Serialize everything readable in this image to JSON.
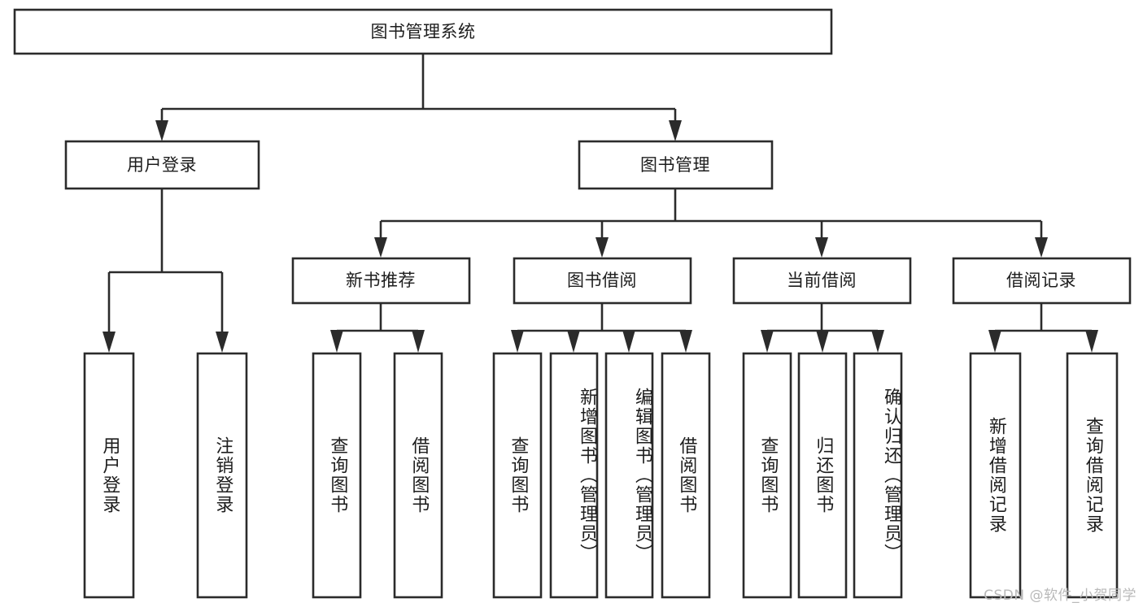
{
  "diagram": {
    "type": "tree-hierarchy-chart",
    "title": "图书管理系统",
    "watermark": "CSDN @软件_小贺同学",
    "colors": {
      "stroke": "#2b2b2b",
      "fill": "#ffffff",
      "text": "#1d1d1d",
      "watermark": "#b9b9b9"
    },
    "levels": [
      {
        "level": 0,
        "nodes": [
          {
            "id": "root",
            "label": "图书管理系统",
            "orientation": "horizontal"
          }
        ]
      },
      {
        "level": 1,
        "nodes": [
          {
            "id": "login",
            "label": "用户登录",
            "orientation": "horizontal",
            "parent": "root"
          },
          {
            "id": "bookmgmt",
            "label": "图书管理",
            "orientation": "horizontal",
            "parent": "root"
          }
        ]
      },
      {
        "level": 2,
        "nodes": [
          {
            "id": "newbook",
            "label": "新书推荐",
            "orientation": "horizontal",
            "parent": "bookmgmt"
          },
          {
            "id": "borrow",
            "label": "图书借阅",
            "orientation": "horizontal",
            "parent": "bookmgmt"
          },
          {
            "id": "current",
            "label": "当前借阅",
            "orientation": "horizontal",
            "parent": "bookmgmt"
          },
          {
            "id": "records",
            "label": "借阅记录",
            "orientation": "horizontal",
            "parent": "bookmgmt"
          }
        ]
      },
      {
        "level": 3,
        "nodes": [
          {
            "id": "leaf-1",
            "label": "用户登录",
            "orientation": "vertical",
            "parent": "login"
          },
          {
            "id": "leaf-2",
            "label": "注销登录",
            "orientation": "vertical",
            "parent": "login"
          },
          {
            "id": "leaf-3",
            "label": "查询图书",
            "orientation": "vertical",
            "parent": "newbook"
          },
          {
            "id": "leaf-4",
            "label": "借阅图书",
            "orientation": "vertical",
            "parent": "newbook"
          },
          {
            "id": "leaf-5",
            "label": "查询图书",
            "orientation": "vertical",
            "parent": "borrow"
          },
          {
            "id": "leaf-6",
            "label": "新增图书（管理员）",
            "orientation": "vertical",
            "parent": "borrow"
          },
          {
            "id": "leaf-7",
            "label": "编辑图书（管理员）",
            "orientation": "vertical",
            "parent": "borrow"
          },
          {
            "id": "leaf-8",
            "label": "借阅图书",
            "orientation": "vertical",
            "parent": "borrow"
          },
          {
            "id": "leaf-9",
            "label": "查询图书",
            "orientation": "vertical",
            "parent": "current"
          },
          {
            "id": "leaf-10",
            "label": "归还图书",
            "orientation": "vertical",
            "parent": "current"
          },
          {
            "id": "leaf-11",
            "label": "确认归还（管理员）",
            "orientation": "vertical",
            "parent": "current"
          },
          {
            "id": "leaf-12",
            "label": "新增借阅记录",
            "orientation": "vertical",
            "parent": "records"
          },
          {
            "id": "leaf-13",
            "label": "查询借阅记录",
            "orientation": "vertical",
            "parent": "records"
          }
        ]
      }
    ]
  }
}
